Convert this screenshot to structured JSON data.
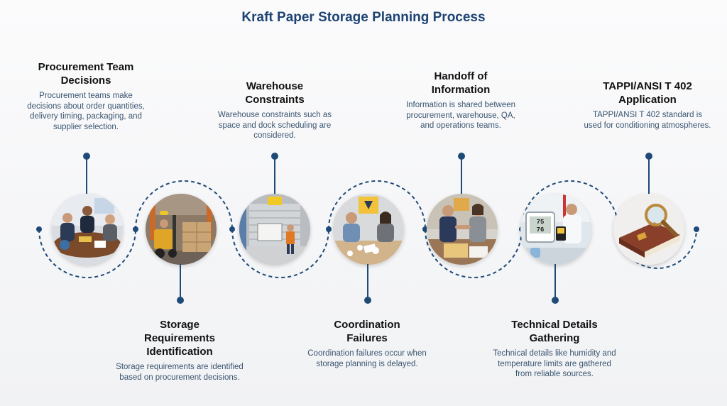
{
  "title": "Kraft Paper Storage Planning Process",
  "steps": [
    {
      "heading": "Procurement Team\nDecisions",
      "text": "Procurement teams make decisions about order quantities, delivery timing, packaging, and supplier selection.",
      "icon": "meeting-icon"
    },
    {
      "heading": "Storage\nRequirements\nIdentification",
      "text": "Storage requirements are identified based on procurement decisions.",
      "icon": "forklift-icon"
    },
    {
      "heading": "Warehouse\nConstraints",
      "text": "Warehouse constraints such as space and dock scheduling are considered.",
      "icon": "warehouse-icon"
    },
    {
      "heading": "Coordination\nFailures",
      "text": "Coordination failures occur when storage planning is delayed.",
      "icon": "argument-icon"
    },
    {
      "heading": "Handoff of\nInformation",
      "text": "Information is shared between procurement, warehouse, QA, and operations teams.",
      "icon": "handshake-icon"
    },
    {
      "heading": "Technical Details\nGathering",
      "text": "Technical details like humidity and temperature limits are gathered from reliable sources.",
      "icon": "hygrometer-icon"
    },
    {
      "heading": "TAPPI/ANSI T 402\nApplication",
      "text": "TAPPI/ANSI T 402 standard is used for conditioning atmospheres.",
      "icon": "standard-book-icon"
    }
  ],
  "icon_labels": {
    "lab_display": "75",
    "lab_display_2": "76"
  },
  "colors": {
    "accent": "#1f4a78",
    "title": "#1d4373",
    "body": "#3a5570"
  }
}
